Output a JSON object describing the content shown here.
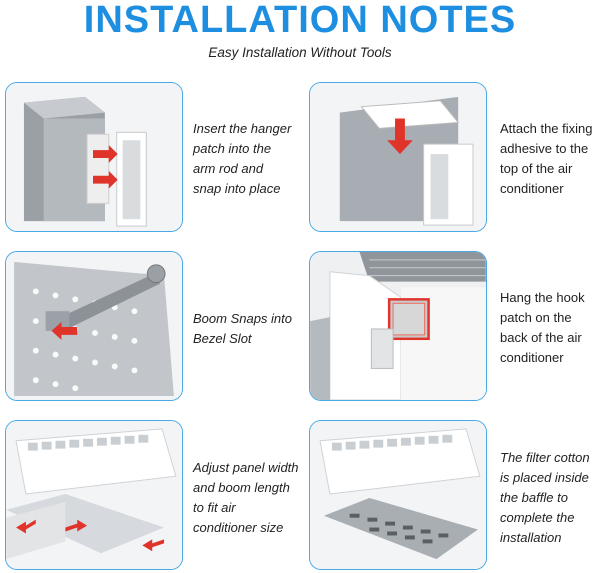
{
  "header": {
    "title": "INSTALLATION NOTES",
    "subtitle": "Easy Installation Without Tools"
  },
  "steps": [
    {
      "lines": [
        "Insert the hanger",
        "patch into the",
        "arm rod and",
        "snap into place"
      ]
    },
    {
      "lines": [
        "Attach the fixing",
        "adhesive to the",
        "top of the air",
        "conditioner"
      ]
    },
    {
      "lines": [
        "Boom Snaps into",
        "Bezel Slot"
      ]
    },
    {
      "lines": [
        "Hang the hook",
        "patch on the",
        "back of the air",
        "conditioner"
      ]
    },
    {
      "lines": [
        "Adjust panel width",
        "and boom length",
        "to fit air",
        "conditioner size"
      ]
    },
    {
      "lines": [
        "The filter cotton",
        "is placed inside",
        "the baffle to",
        "complete the",
        "installation"
      ]
    }
  ],
  "colors": {
    "title": "#1e8fe0",
    "panel_border": "#49a9e5",
    "arrow": "#e0342b"
  }
}
